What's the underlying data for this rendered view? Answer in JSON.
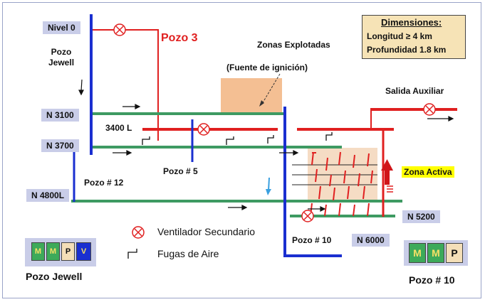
{
  "labels": {
    "nivel0": "Nivel 0",
    "pozo_jewell": "Pozo\nJewell",
    "pozo3": "Pozo 3",
    "zonas_explotadas": "Zonas Explotadas",
    "fuente_ignicion": "(Fuente de ignición)",
    "salida_auxiliar": "Salida Auxiliar",
    "n3100": "N 3100",
    "l3400": "3400 L",
    "n3700": "N 3700",
    "pozo5": "Pozo # 5",
    "pozo12": "Pozo # 12",
    "zona_activa": "Zona Activa",
    "n4800": "N 4800L",
    "n5200": "N 5200",
    "pozo10": "Pozo # 10",
    "n6000": "N 6000",
    "ventilador_secundario": "Ventilador Secundario",
    "fugas_aire": "Fugas de Aire",
    "legend_jewell_title": "Pozo Jewell",
    "legend_pozo10_title": "Pozo # 10"
  },
  "dimensiones": {
    "title": "Dimensiones:",
    "longitud": "Longitud ≥ 4 km",
    "profundidad": "Profundidad 1.8 km"
  },
  "legend_jewell_cells": [
    "M",
    "M",
    "P",
    "V"
  ],
  "legend_pozo10_cells": [
    "M",
    "M",
    "P"
  ],
  "colors": {
    "shaft_blue": "#1a2fd0",
    "level_green": "#3e9a62",
    "red_line": "#e02020",
    "label_box": "#c9cde8",
    "zone_exploited": "#f4bf93",
    "zone_active": "#f5dcc4",
    "zona_activa_highlight": "#ffff00",
    "legend_m": "#3daa5a",
    "legend_p": "#f4dfb8",
    "legend_v": "#1a2fd0"
  }
}
